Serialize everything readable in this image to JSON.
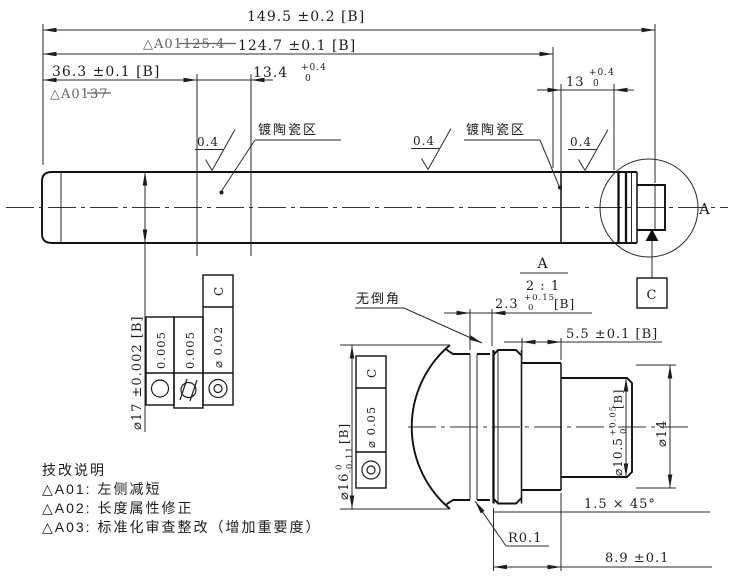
{
  "colors": {
    "line": "#1c1c1c",
    "old_revision": "#5f5f5f",
    "background": "#ffffff"
  },
  "icons": {
    "circularity": "circle-icon",
    "cylindricity": "cylindricity-icon",
    "concentricity": "concentric-circles-icon",
    "datum_triangle": "filled-triangle-icon",
    "roughness": "surface-finish-check-icon"
  },
  "mv": {
    "dim_total": "149.5 ±0.2 [B]",
    "dim_124": "124.7 ±0.1 [B]",
    "dim_124_old_prefix": "△A01",
    "dim_124_old": "125.4",
    "dim_36": "36.3 ±0.1 [B]",
    "dim_36_old_prefix": "△A01",
    "dim_36_old": "37",
    "dim_13_4": "13.4",
    "dim_13_4_up": "+0.4",
    "dim_13_4_low": "0",
    "dim_13": "13",
    "dim_13_up": "+0.4",
    "dim_13_low": "0",
    "dim_dia17": "⌀17 ±0.002 [B]",
    "roughness": "0.4",
    "coating_label": "镀陶瓷区",
    "fcf_circularity_value": "0.005",
    "fcf_cylindricity_value": "0.005",
    "fcf_concentricity_value": "⌀ 0.02",
    "fcf_concentricity_datum": "C",
    "detail_callout": "A",
    "datum_label": "C"
  },
  "dv": {
    "title": "A",
    "scale": "2 : 1",
    "no_chamfer": "无倒角",
    "dim_2_3": "2.3",
    "dim_2_3_up": "+0.15",
    "dim_2_3_low": "0",
    "dim_2_3_ref": "[B]",
    "dim_5_5": "5.5 ±0.1 [B]",
    "dia16": "⌀16",
    "dia16_up": "0",
    "dia16_low": "-0.11",
    "dia16_ref": "[B]",
    "dia10_5": "⌀10.5",
    "dia10_5_up": "+0.05",
    "dia10_5_low": "0",
    "dia10_5_ref": "[B]",
    "dia14": "⌀14",
    "chamfer": "1.5 × 45°",
    "radius": "R0.1",
    "dim_8_9": "8.9 ±0.1",
    "fcf_value": "⌀ 0.05",
    "fcf_datum": "C"
  },
  "notes": {
    "title": "技改说明",
    "items": [
      "△A01: 左侧减短",
      "△A02: 长度属性修正",
      "△A03: 标准化审查整改（增加重要度）"
    ]
  }
}
